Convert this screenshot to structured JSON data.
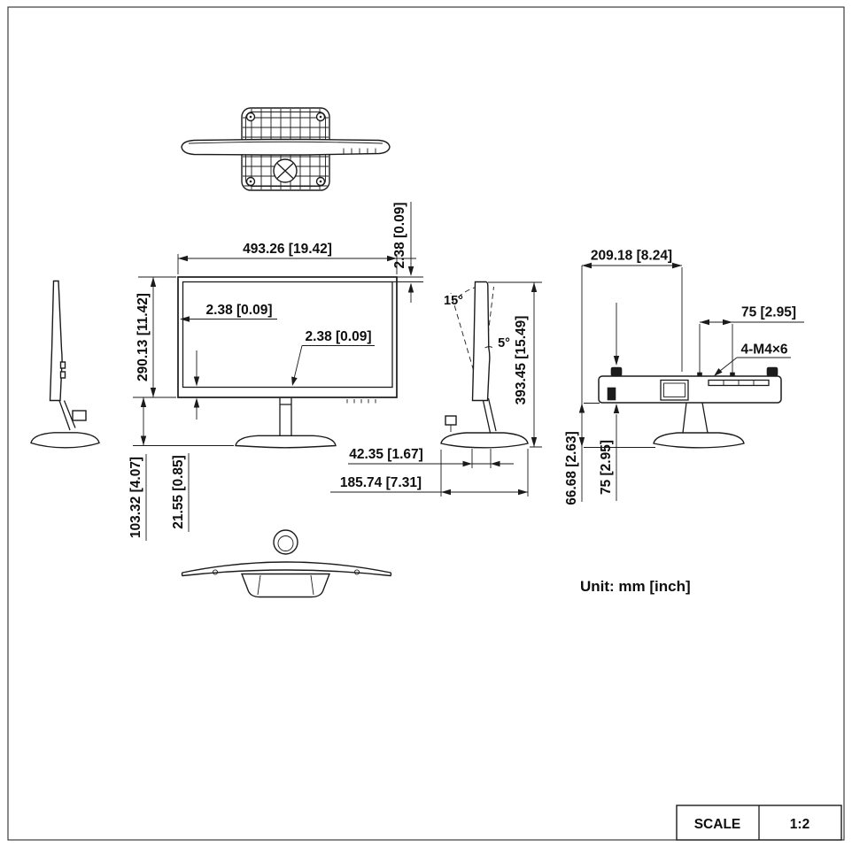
{
  "drawing": {
    "unit_note": "Unit: mm [inch]",
    "scale": {
      "label": "SCALE",
      "value": "1:2"
    },
    "dims": {
      "front_width": "493.26  [19.42]",
      "bezel_top": "2.38  [0.09]",
      "bezel_side": "2.38  [0.09]",
      "bezel_bottom": "2.38  [0.09]",
      "panel_height": "290.13  [11.42]",
      "stand_height": "103.32  [4.07]",
      "chin_height": "21.55  [0.85]",
      "tilt_back": "15°",
      "tilt_forward": "5°",
      "overall_height": "393.45  [15.49]",
      "base_inner_depth": "42.35  [1.67]",
      "base_depth": "185.74  [7.31]",
      "rear_width": "209.18  [8.24]",
      "vesa_width": "75  [2.95]",
      "vesa_height": "75  [2.95]",
      "vesa_screw": "4-M4×6",
      "rear_bottom": "66.68  [2.63]"
    }
  }
}
